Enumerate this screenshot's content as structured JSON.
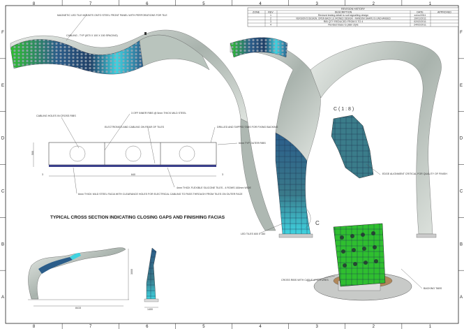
{
  "grid": {
    "columns": [
      "8",
      "7",
      "6",
      "5",
      "4",
      "3",
      "2",
      "1"
    ],
    "rows": [
      "F",
      "E",
      "D",
      "C",
      "B",
      "A"
    ]
  },
  "revision_history": {
    "title": "REVISION HISTORY",
    "headers": [
      "ZONE",
      "REV",
      "DESCRIPTION",
      "DATE",
      "APPROVED"
    ],
    "rows": [
      {
        "zone": "",
        "rev": "1",
        "description": "Revised testing detail to suit signalling design",
        "date": "xx/xx/2011",
        "approved": ""
      },
      {
        "zone": "",
        "rev": "2",
        "description": "VERSION 5 DESIGN. OPEN BACK LE IRONED DESIGN - RANDOM SHAPE IS UNCHANGED",
        "date": "19/01/2011",
        "approved": ""
      },
      {
        "zone": "",
        "rev": "3",
        "description": "RIB QTY REDUCED FROM 5 TO 4",
        "date": "02/02/2011",
        "approved": ""
      },
      {
        "zone": "",
        "rev": "4",
        "description": "Revised Base to plain style",
        "date": "24/02/2011",
        "approved": ""
      }
    ]
  },
  "annotations": {
    "led_tile": "MAGNETIC LED TILE MOUNTS ONTO STEEL FRONT PANEL WITH PERFORATIONS FOR TILE",
    "cabling": "CABLING - TYP (Ø70 X 100 X 150 SPACING)",
    "cabling_holes": "CABLING HOLES IN CROSS RIBS",
    "inner_ribs": "3 OFF INNER RIBS @ 5mm THICK MILD STEEL",
    "electronics": "ELECTRONICS AND CABLING ON REAR OF TILES",
    "drilled_tabs": "DRILLED AND TAPPED TABS FOR FIXING BACKING",
    "outer_ribs": "6mm TYP OUTER RIBS",
    "face_plate": "6mm THICK MILD STEEL FACIA WITH CLEARANCE HOLES FOR ELECTRICAL CABLING TO PASS THROUGH FROM TILES ON OUTER FACE",
    "silicone_tiles": "4mm THICK FLEXIBLE SILICONE TILES - 4 ROWS 160mm WIDE",
    "section_title": "TYPICAL CROSS SECTION INDICATING CLOSING GAPS AND FINISHING FACIAS",
    "detail_label": "C ( 1 : 8 )",
    "detail_marker": "C",
    "edge_alignment": "EDGE ALIGNMENT CRITICAL FOR QUALITY OF FINISH",
    "led_tiles_count": "LED TILES 600 X 160",
    "cross_ribs": "CROSS RIBS WITH CABLE APERTURES",
    "backing_tabs": "BACKING TABS"
  },
  "dimensions": {
    "section_height": "500",
    "section_width": "640",
    "gap_left": "3",
    "gap_right": "3",
    "overall_width": "8415",
    "overall_height": "3000",
    "base_width": "1400"
  },
  "colors": {
    "tile_green": "#2fbf2f",
    "tile_blue": "#2b5d8a",
    "tile_cyan": "#3fd3e0",
    "steel": "#c9cfc9"
  }
}
